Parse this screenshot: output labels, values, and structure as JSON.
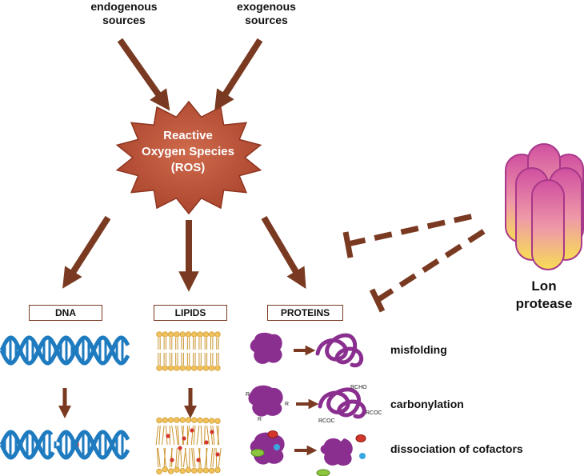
{
  "sources": {
    "endogenous": [
      "endogenous",
      "sources"
    ],
    "exogenous": [
      "exogenous",
      "sources"
    ]
  },
  "ros": [
    "Reactive",
    "Oxygen Species",
    "(ROS)"
  ],
  "targets": {
    "dna": "DNA",
    "lipids": "LIPIDS",
    "proteins": "PROTEINS"
  },
  "protease": [
    "Lon",
    "protease"
  ],
  "effects": {
    "misfolding": "misfolding",
    "carbonylation": "carbonylation",
    "dissociation": "dissociation of cofactors"
  },
  "groups": {
    "r1": "R",
    "r2": "R",
    "r3": "R",
    "rcho": "RCHO",
    "rcoc1": "RCOC",
    "rcoc2": "RCOC"
  },
  "colors": {
    "arrow": "#7a3a22",
    "ros": "#c0573c",
    "dna": "#1f7bbf",
    "lipid_head": "#f2c25a",
    "protein": "#8a2f8f",
    "protease_top": "#d04fa0",
    "protease_bottom": "#f7dd55"
  }
}
